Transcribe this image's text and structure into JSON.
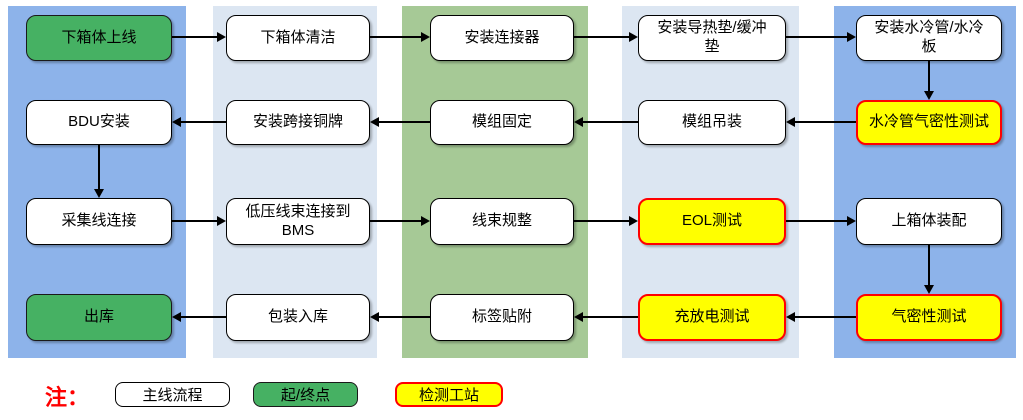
{
  "colors": {
    "band_blue": "#8DB3EA",
    "band_light": "#DCE6F2",
    "band_green": "#A6C996",
    "process_fill": "#FFFFFF",
    "process_border": "#000000",
    "startend_fill": "#46B163",
    "startend_border": "#1A1A1A",
    "test_fill": "#FFFF00",
    "test_border": "#FF0000",
    "arrow_color": "#000000",
    "note_color": "#FF0000",
    "text_color": "#000000"
  },
  "flow": {
    "rows": [
      {
        "boxes": [
          {
            "label": "下箱体上线",
            "type": "start-end"
          },
          {
            "label": "下箱体清洁",
            "type": "process"
          },
          {
            "label": "安装连接器",
            "type": "process"
          },
          {
            "label": "安装导热垫/缓冲\n垫",
            "type": "process"
          },
          {
            "label": "安装水冷管/水冷\n板",
            "type": "process"
          }
        ]
      },
      {
        "boxes": [
          {
            "label": "BDU安装",
            "type": "process"
          },
          {
            "label": "安装跨接铜牌",
            "type": "process"
          },
          {
            "label": "模组固定",
            "type": "process"
          },
          {
            "label": "模组吊装",
            "type": "process"
          },
          {
            "label": "水冷管气密性测试",
            "type": "test"
          }
        ]
      },
      {
        "boxes": [
          {
            "label": "采集线连接",
            "type": "process"
          },
          {
            "label": "低压线束连接到\nBMS",
            "type": "process"
          },
          {
            "label": "线束规整",
            "type": "process"
          },
          {
            "label": "EOL测试",
            "type": "test"
          },
          {
            "label": "上箱体装配",
            "type": "process"
          }
        ]
      },
      {
        "boxes": [
          {
            "label": "出库",
            "type": "start-end"
          },
          {
            "label": "包装入库",
            "type": "process"
          },
          {
            "label": "标签贴附",
            "type": "process"
          },
          {
            "label": "充放电测试",
            "type": "test"
          },
          {
            "label": "气密性测试",
            "type": "test"
          }
        ]
      }
    ]
  },
  "legend": {
    "note_label": "注：",
    "items": [
      {
        "label": "主线流程",
        "type": "process"
      },
      {
        "label": "起/终点",
        "type": "start-end"
      },
      {
        "label": "检测工站",
        "type": "test"
      }
    ]
  }
}
